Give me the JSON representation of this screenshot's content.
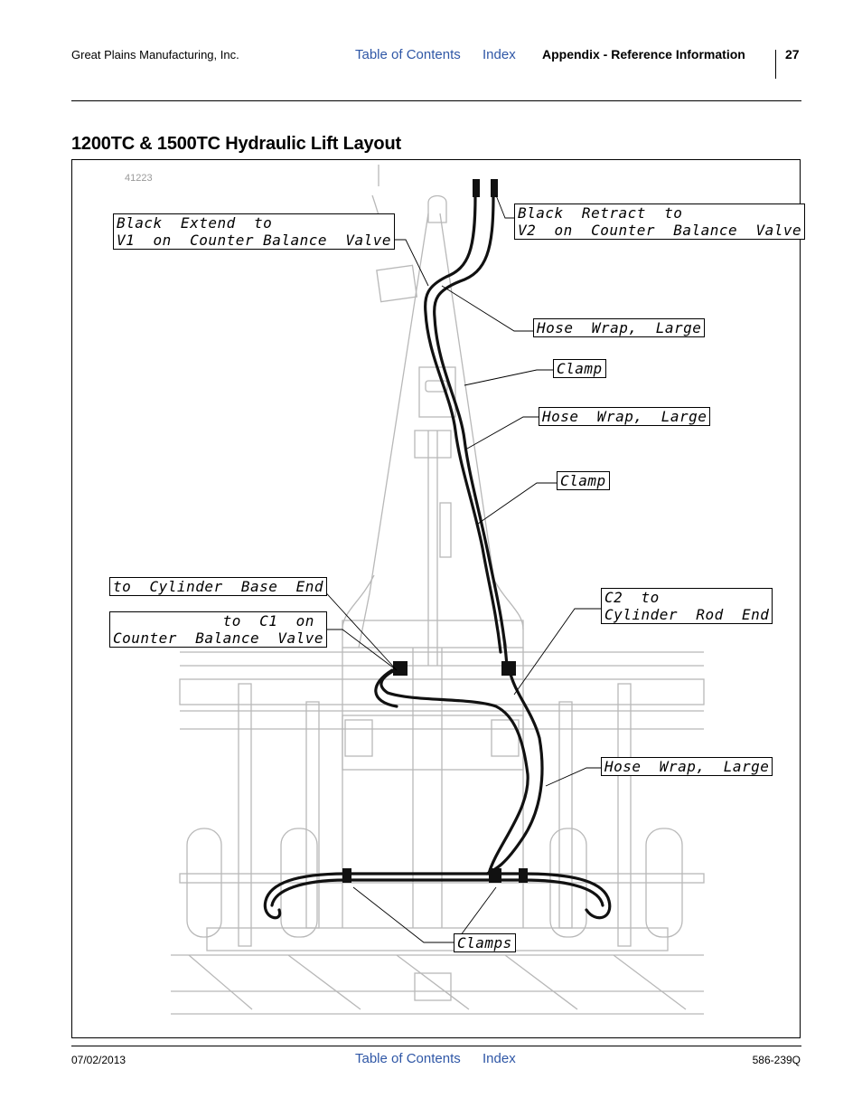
{
  "header": {
    "company": "Great Plains Manufacturing, Inc.",
    "toc_link": "Table of Contents",
    "index_link": "Index",
    "section": "Appendix - Reference Information",
    "page_number": "27"
  },
  "title": "1200TC & 1500TC Hydraulic Lift Layout",
  "figure": {
    "id": "41223",
    "callouts": {
      "black_extend": "Black  Extend  to\nV1  on  Counter Balance  Valve",
      "black_retract": "Black  Retract  to\nV2  on  Counter  Balance  Valve",
      "hose_wrap_1": "Hose  Wrap,  Large",
      "clamp_1": "Clamp",
      "hose_wrap_2": "Hose  Wrap,  Large",
      "clamp_2": "Clamp",
      "cylinder_base": "to  Cylinder  Base  End",
      "c1": "            to  C1  on\nCounter  Balance  Valve",
      "c2": "C2  to\nCylinder  Rod  End",
      "hose_wrap_3": "Hose  Wrap,  Large",
      "clamps": "Clamps"
    }
  },
  "footer": {
    "date": "07/02/2013",
    "toc_link": "Table of Contents",
    "index_link": "Index",
    "doc_number": "586-239Q"
  }
}
